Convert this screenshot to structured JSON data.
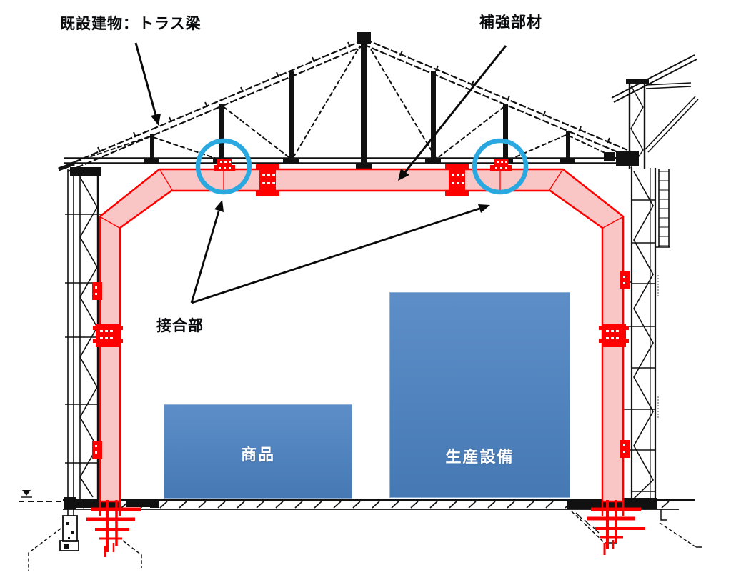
{
  "annotations": {
    "existing_building_label": "既設建物：トラス梁",
    "reinforcement_label": "補強部材",
    "joint_label": "接合部"
  },
  "contents": {
    "goods_box_label": "商品",
    "equipment_box_label": "生産設備"
  },
  "colors": {
    "reinforcement_fill": "#F9C5C5",
    "reinforcement_stroke": "#FF0000",
    "joint_circle_blue": "#29A9E0",
    "content_box_blue": "#5083BE",
    "content_box_text": "#FFFFFF",
    "structure_line_black": "#111111"
  }
}
